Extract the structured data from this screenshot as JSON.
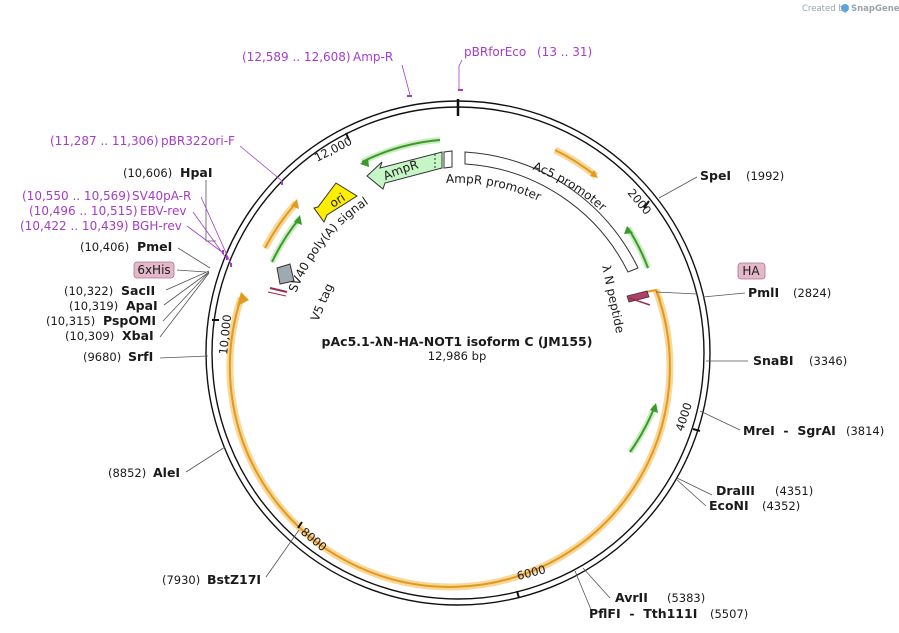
{
  "credit": {
    "created_by": "Created by",
    "brand": "SnapGene"
  },
  "plasmid": {
    "name": "pAc5.1-λN-HA-NOT1 isoform C (JM155)",
    "length": "12,986 bp"
  },
  "ruler_ticks": [
    "2000",
    "4000",
    "6000",
    "8000",
    "10,000",
    "12,000"
  ],
  "restriction_sites": [
    {
      "name": "SpeI",
      "pos": "(1992)"
    },
    {
      "name": "PmlI",
      "pos": "(2824)"
    },
    {
      "name": "SnaBI",
      "pos": "(3346)"
    },
    {
      "name": "MreI  -  SgrAI",
      "pos": "(3814)"
    },
    {
      "name": "DraIII",
      "pos": "(4351)"
    },
    {
      "name": "EcoNI",
      "pos": "(4352)"
    },
    {
      "name": "AvrII",
      "pos": "(5383)"
    },
    {
      "name": "PflFI  -  Tth111I",
      "pos": "(5507)"
    },
    {
      "name": "BstZ17I",
      "pos": "(7930)"
    },
    {
      "name": "AleI",
      "pos": "(8852)"
    },
    {
      "name": "SrfI",
      "pos": "(9680)"
    },
    {
      "name": "XbaI",
      "pos": "(10,309)"
    },
    {
      "name": "PspOMI",
      "pos": "(10,315)"
    },
    {
      "name": "ApaI",
      "pos": "(10,319)"
    },
    {
      "name": "SacII",
      "pos": "(10,322)"
    },
    {
      "name": "PmeI",
      "pos": "(10,406)"
    },
    {
      "name": "HpaI",
      "pos": "(10,606)"
    }
  ],
  "primers": [
    {
      "name": "Amp-R",
      "range": "(12,589 .. 12,608)"
    },
    {
      "name": "pBRforEco",
      "range": "(13 .. 31)"
    },
    {
      "name": "pBR322ori-F",
      "range": "(11,287 .. 11,306)"
    },
    {
      "name": "SV40pA-R",
      "range": "(10,550 .. 10,569)"
    },
    {
      "name": "EBV-rev",
      "range": "(10,496 .. 10,515)"
    },
    {
      "name": "BGH-rev",
      "range": "(10,422 .. 10,439)"
    }
  ],
  "tags": [
    {
      "name": "HA"
    },
    {
      "name": "6xHis"
    }
  ],
  "features": {
    "ampr": "AmpR",
    "ampr_promoter": "AmpR promoter",
    "ori": "ori",
    "ac5_promoter": "Ac5 promoter",
    "lambda_n": "λ N peptide",
    "sv40_polya": "SV40 poly(A) signal",
    "v5_tag": "V5 tag"
  },
  "colors": {
    "primer": "#a43cc8",
    "orf": "#f0a020",
    "orf_glow": "#f7d79a",
    "green_arrow": "#3a9a2a",
    "ampr_fill": "#c6f5c6",
    "ori_fill": "#ffee00",
    "tag_fill": "#e3b8c8",
    "backbone": "#111111"
  }
}
